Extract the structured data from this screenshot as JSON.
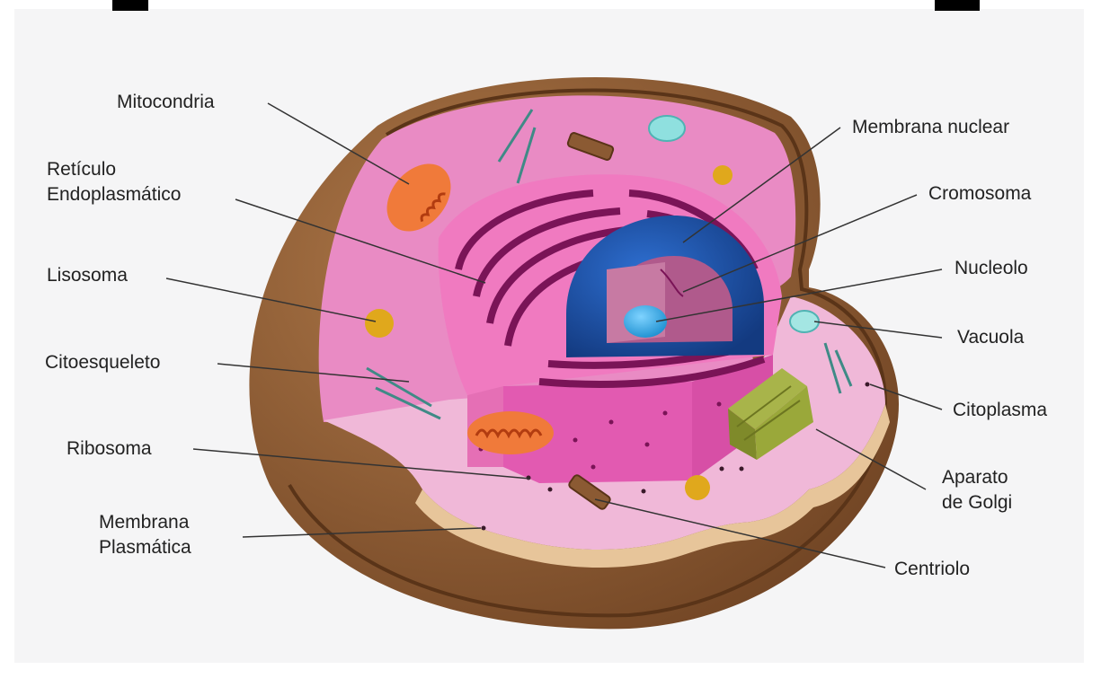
{
  "labels": {
    "mitocondria": "Mitocondria",
    "reticulo": "Retículo\nEndoplasmático",
    "lisosoma": "Lisosoma",
    "citoesqueleto": "Citoesqueleto",
    "ribosoma": "Ribosoma",
    "membrana_plasmatica": "Membrana\nPlasmática",
    "membrana_nuclear": "Membrana nuclear",
    "cromosoma": "Cromosoma",
    "nucleolo": "Nucleolo",
    "vacuola": "Vacuola",
    "citoplasma": "Citoplasma",
    "aparato_golgi": "Aparato\nde Golgi",
    "centriolo": "Centriolo"
  },
  "colors": {
    "cell_wall": "#8b5a33",
    "cytoplasm": "#e98bc4",
    "cut_floor": "#f0b5d6",
    "nucleus_outer": "#1d4fa0",
    "nucleolus": "#3fb0e8",
    "er": "#7a1457",
    "golgi": "#9aa83a",
    "mitochondria": "#f07a3a",
    "lysosome": "#e0a81c"
  }
}
